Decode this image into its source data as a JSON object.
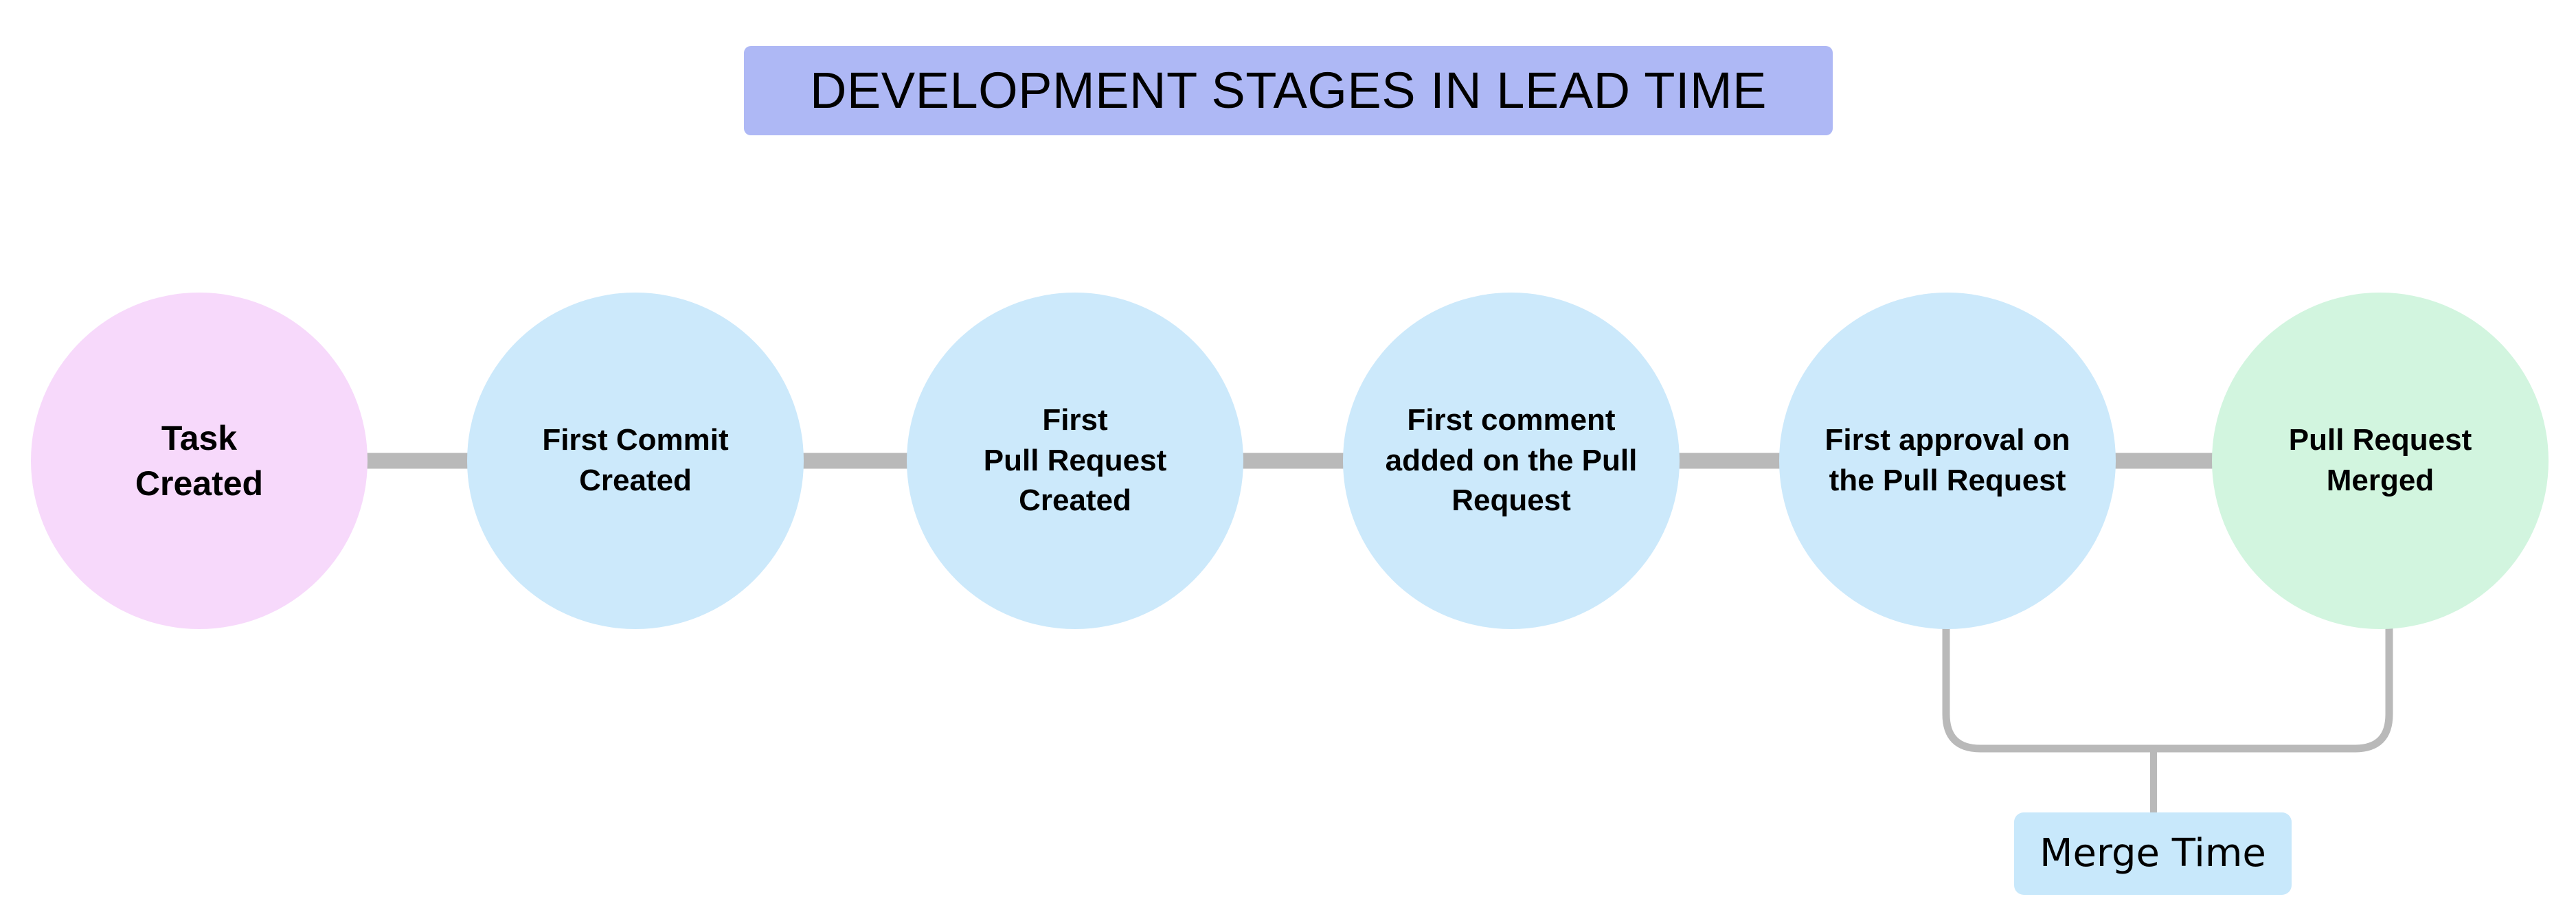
{
  "title": {
    "text": "DEVELOPMENT STAGES IN LEAD TIME",
    "background_color": "#AEB8F5",
    "text_color": "#000000"
  },
  "diagram": {
    "type": "process-flow",
    "orientation": "horizontal",
    "connector_color": "#B9B9B9",
    "background_color": "#FFFFFF",
    "stages": [
      {
        "id": "task-created",
        "label": "Task\nCreated",
        "color": "#F7D9FB",
        "order": 1
      },
      {
        "id": "first-commit-created",
        "label": "First Commit\nCreated",
        "color": "#CCE9FB",
        "order": 2
      },
      {
        "id": "first-pull-request-created",
        "label": "First\nPull Request\nCreated",
        "color": "#CCE9FB",
        "order": 3
      },
      {
        "id": "first-comment-added",
        "label": "First comment\nadded on the Pull\nRequest",
        "color": "#CCE9FB",
        "order": 4
      },
      {
        "id": "first-approval",
        "label": "First approval on\nthe Pull Request",
        "color": "#CCE9FB",
        "order": 5
      },
      {
        "id": "pull-request-merged",
        "label": "Pull Request\nMerged",
        "color": "#D2F5DF",
        "order": 6
      }
    ],
    "span_annotations": [
      {
        "id": "merge-time",
        "label": "Merge Time",
        "from_stage": "first-approval",
        "to_stage": "pull-request-merged",
        "background_color": "#C8E8FB",
        "text_color": "#000000"
      }
    ]
  }
}
